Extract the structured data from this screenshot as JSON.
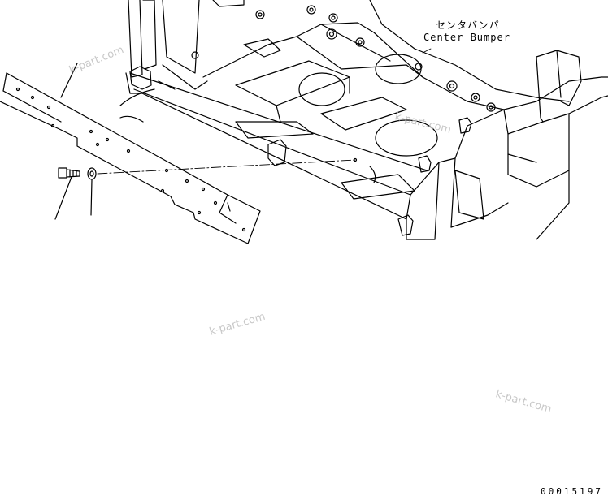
{
  "labels": {
    "part_name_jp": "センタバンパ",
    "part_name_en": "Center Bumper"
  },
  "watermarks": [
    "k-part.com",
    "k-part.com",
    "k-part.com",
    "k-part.com"
  ],
  "figure_number": "00015197",
  "colors": {
    "line": "#000000",
    "watermark": "#c8c8c8",
    "background": "#ffffff"
  }
}
